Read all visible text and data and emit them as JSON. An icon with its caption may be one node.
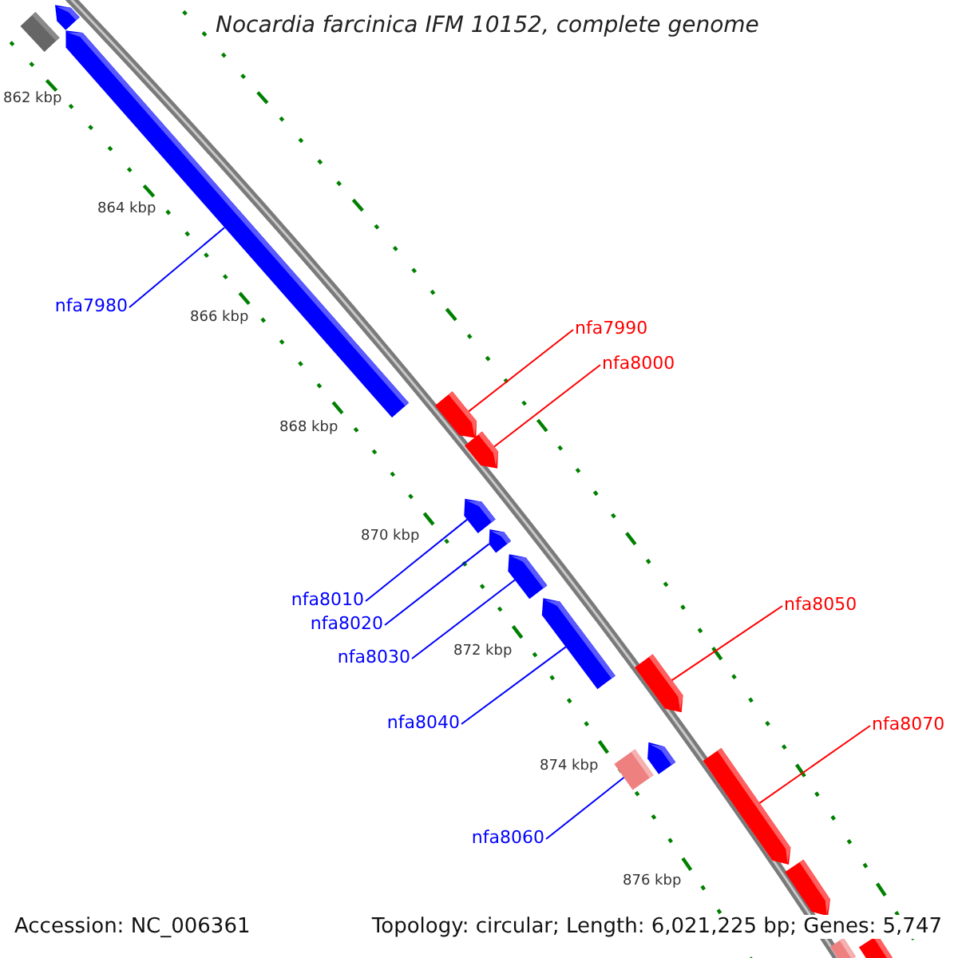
{
  "diagram": {
    "title": "Nocardia farcinica IFM 10152, complete genome",
    "nodes": [
      {
        "text": [],
        "shape": "bar"
      },
      {
        "text": [],
        "shape": "bar"
      },
      {
        "text": [],
        "shape": "bar"
      },
      {
        "text": [],
        "shape": "bar"
      },
      {
        "text": [],
        "shape": "bar"
      },
      {
        "text": [],
        "shape": "bar"
      },
      {
        "text": [],
        "shape": "bar"
      },
      {
        "text": [],
        "shape": "bar"
      },
      {
        "text": [],
        "shape": "bar"
      },
      {
        "text": [],
        "shape": "bar"
      },
      {
        "text": [],
        "shape": "box"
      },
      {
        "text": [],
        "shape": "bar"
      },
      {
        "text": [],
        "shape": "bar"
      },
      {
        "text": [],
        "shape": "bar"
      },
      {
        "text": [],
        "shape": "box"
      },
      {
        "text": [],
        "shape": "bar"
      },
      {
        "text": [
          "nfa7980"
        ]
      },
      {
        "text": [
          "nfa7990"
        ]
      },
      {
        "text": [
          "nfa8000"
        ]
      },
      {
        "text": [
          "nfa8010"
        ]
      },
      {
        "text": [
          "nfa8020"
        ]
      },
      {
        "text": [
          "nfa8030"
        ]
      },
      {
        "text": [
          "nfa8040"
        ]
      },
      {
        "text": [
          "nfa8050"
        ]
      },
      {
        "text": [
          "nfa8060"
        ]
      },
      {
        "text": [
          "nfa8070"
        ]
      }
    ],
    "edges": [
      {
        "from": 16,
        "to": 2,
        "arrow": "none"
      },
      {
        "from": 17,
        "to": 3,
        "arrow": "none",
        "color": "#ff0000"
      },
      {
        "from": 18,
        "to": 4,
        "arrow": "none",
        "color": "#ff0000"
      },
      {
        "from": 19,
        "to": 5,
        "arrow": "none"
      },
      {
        "from": 20,
        "to": 6,
        "arrow": "none"
      },
      {
        "from": 21,
        "to": 7,
        "arrow": "none"
      },
      {
        "from": 22,
        "to": 8,
        "arrow": "none"
      },
      {
        "from": 23,
        "to": 9,
        "arrow": "none",
        "color": "#ff0000"
      },
      {
        "from": 24,
        "to": 10,
        "arrow": "none"
      },
      {
        "from": 25,
        "to": 12,
        "arrow": "none",
        "color": "#ff0000"
      }
    ],
    "labels": [
      "862 kbp",
      "864 kbp",
      "866 kbp",
      "868 kbp",
      "870 kbp",
      "872 kbp",
      "874 kbp",
      "876 kbp",
      "Accession: NC_006361",
      "Topology: circular; Length: 6,021,225 bp; Genes: 5,747"
    ]
  }
}
